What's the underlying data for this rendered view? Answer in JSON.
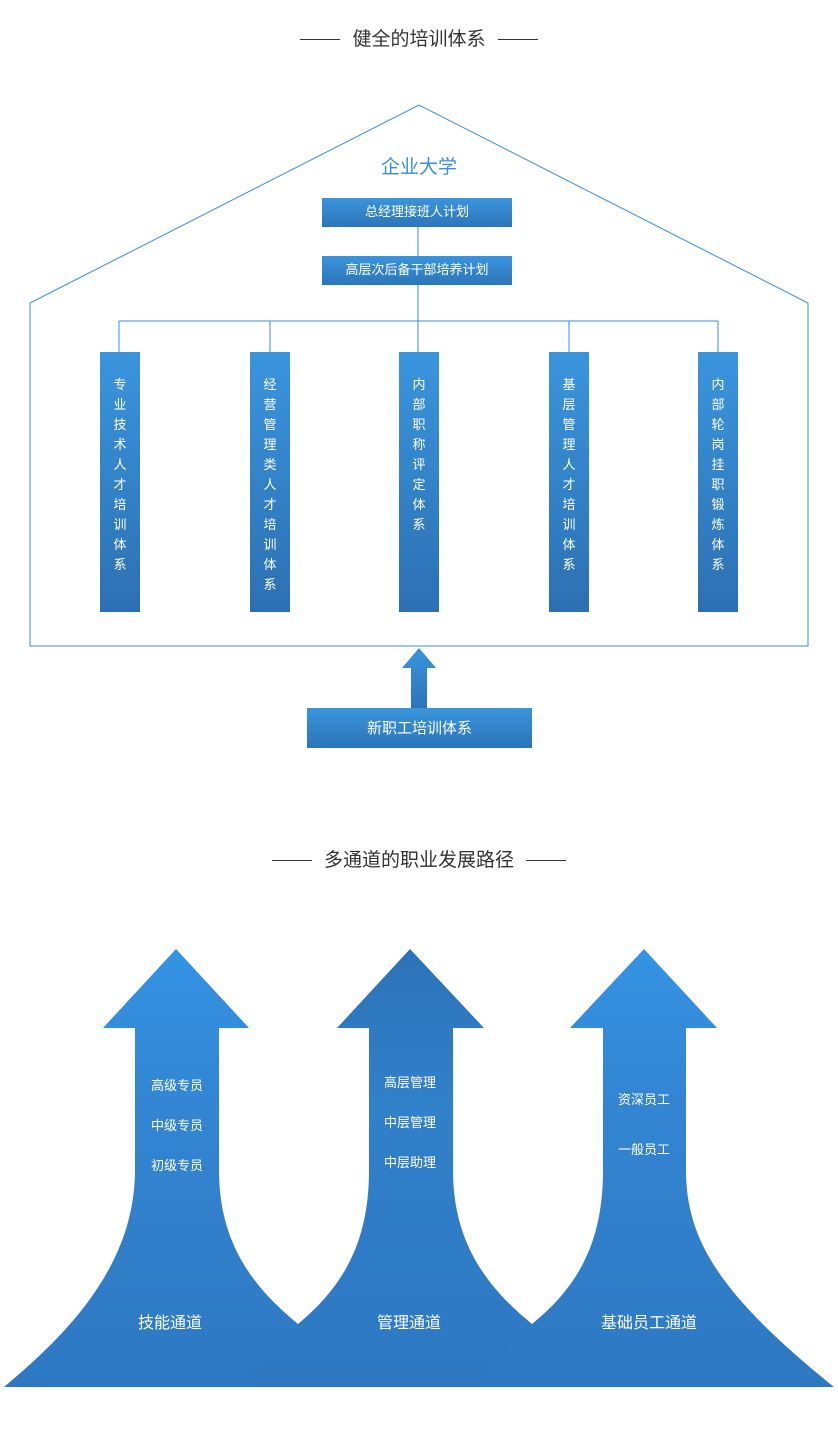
{
  "section1": {
    "title": "健全的培训体系",
    "house_label": "企业大学",
    "top_box_1": "总经理接班人计划",
    "top_box_2": "高层次后备干部培养计划",
    "columns": [
      "专业技术人才培训体系",
      "经营管理类人才培训体系",
      "内部职称评定体系",
      "基层管理人才培训体系",
      "内部轮岗挂职锻炼体系"
    ],
    "base_box": "新职工培训体系"
  },
  "section2": {
    "title": "多通道的职业发展路径",
    "channels": [
      {
        "name": "技能通道",
        "levels": [
          "高级专员",
          "中级专员",
          "初级专员"
        ]
      },
      {
        "name": "管理通道",
        "levels": [
          "高层管理",
          "中层管理",
          "中层助理"
        ]
      },
      {
        "name": "基础员工通道",
        "levels": [
          "资深员工",
          "一般员工"
        ]
      }
    ]
  },
  "colors": {
    "accent": "#3a8fd8",
    "dark_accent": "#2c70b2",
    "line": "#3a8fd8"
  }
}
